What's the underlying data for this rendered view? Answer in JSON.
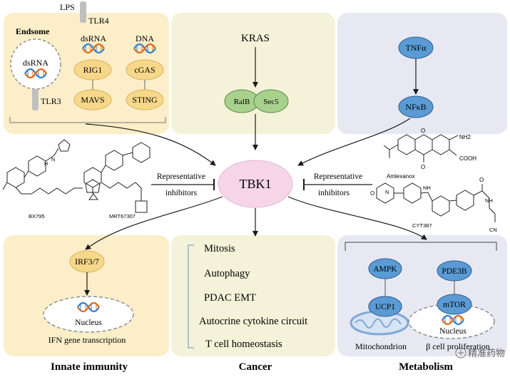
{
  "colors": {
    "panel_yellow": "#fbeec8",
    "panel_cream": "#f4f3d9",
    "panel_lavender": "#e8e8f2",
    "node_fill": "#f7d88a",
    "node_stroke": "#d9b35a",
    "blue_node_fill": "#5b9bd5",
    "blue_node_stroke": "#2e5f8f",
    "green_node_fill": "#a9d18e",
    "green_node_stroke": "#5e8c44",
    "tbk1_fill": "#f6d5e8",
    "dna_blue": "#2f7fd4",
    "dna_orange": "#e06a1b",
    "arrow": "#1a1a1a",
    "mito_blue": "#7fa8d8"
  },
  "innate": {
    "lps": "LPS",
    "tlr4": "TLR4",
    "endosome_label": "Endsome",
    "endosome_dsrna": "dsRNA",
    "tlr3": "TLR3",
    "dsrna_header": "dsRNA",
    "dna_header": "DNA",
    "rig1": "RIG1",
    "mavs": "MAVS",
    "cgas": "cGAS",
    "sting": "STING",
    "irf": "IRF3/7",
    "nucleus": "Nucleus",
    "ifn_caption": "IFN gene transcription",
    "section_title": "Innate immunity"
  },
  "cancer": {
    "kras": "KRAS",
    "ralb": "RalB",
    "sec5": "Sec5",
    "items": [
      "Mitosis",
      "Autophagy",
      "PDAC EMT",
      "Autocrine cytokine circuit",
      "T cell homeostasis"
    ],
    "section_title": "Cancer"
  },
  "metabolism": {
    "tnfa": "TNFα",
    "nfkb": "NFκB",
    "ampk": "AMPK",
    "ucp1": "UCP1",
    "pde3b": "PDE3B",
    "mtor": "mTOR",
    "nucleus": "Nucleus",
    "mito_caption": "Mitochondrion",
    "prolif_caption": "β cell proliferation",
    "section_title": "Metabolism"
  },
  "center": {
    "tbk1": "TBK1",
    "inhibitors_left_l1": "Representative",
    "inhibitors_left_l2": "inhibitors",
    "inhibitors_right_l1": "Representative",
    "inhibitors_right_l2": "inhibitors"
  },
  "compounds": {
    "bx795": "BX795",
    "mrt": "MRT67307",
    "amlexanox": "Amlexanox",
    "cyt387": "CYT387",
    "nh2": "NH2",
    "cooh": "COOH",
    "o_label": "O",
    "h": "H",
    "n": "N",
    "nh": "NH",
    "cn": "CN"
  },
  "watermark": "精准药物"
}
